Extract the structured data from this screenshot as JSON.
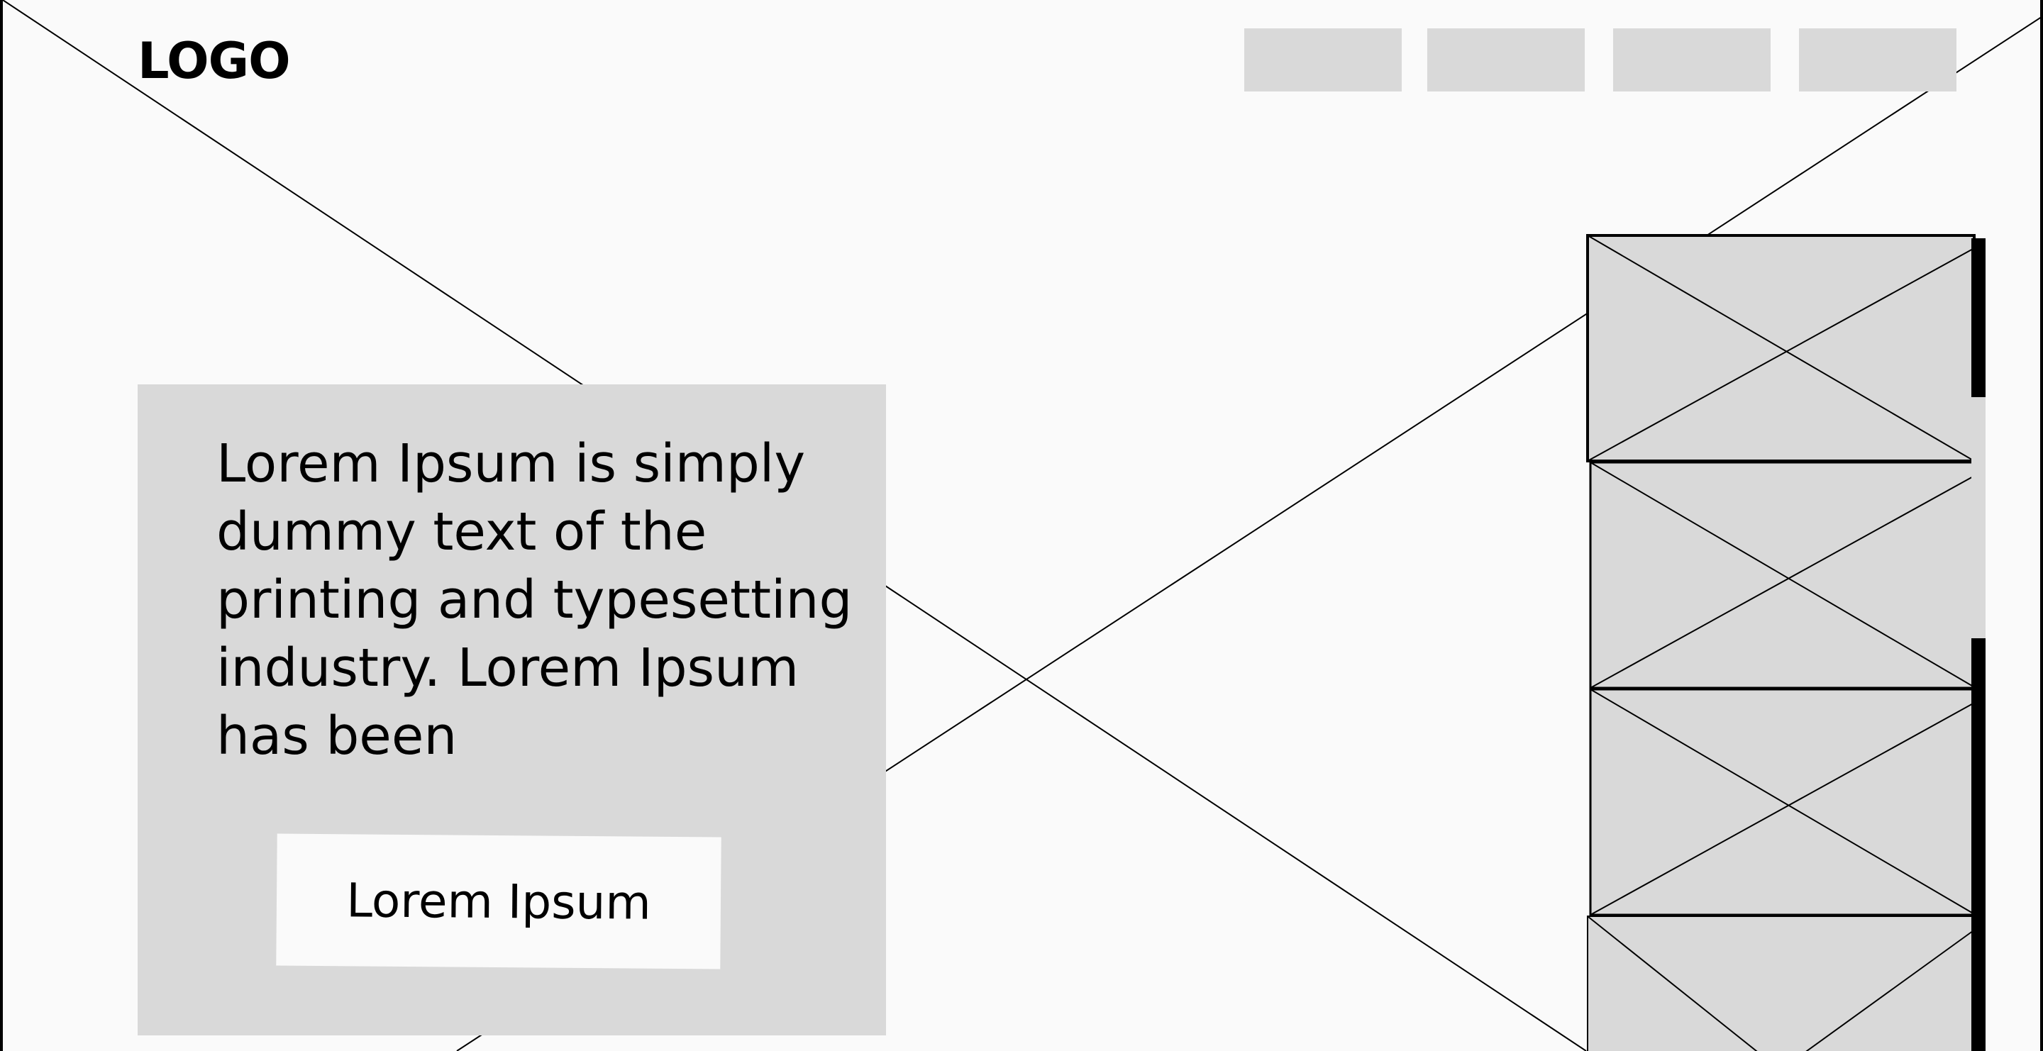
{
  "header": {
    "logo_text": "LOGO",
    "nav_items": [
      "",
      "",
      "",
      ""
    ]
  },
  "hero": {
    "headline": "Lorem Ipsum is simply dummy text of the printing and typesetting industry. Lorem Ipsum has been",
    "cta_label": "Lorem Ipsum"
  },
  "carousel": {
    "slide_count": 4
  },
  "colors": {
    "background": "#fafafa",
    "placeholder": "#d9d9d9",
    "ink": "#000000"
  }
}
